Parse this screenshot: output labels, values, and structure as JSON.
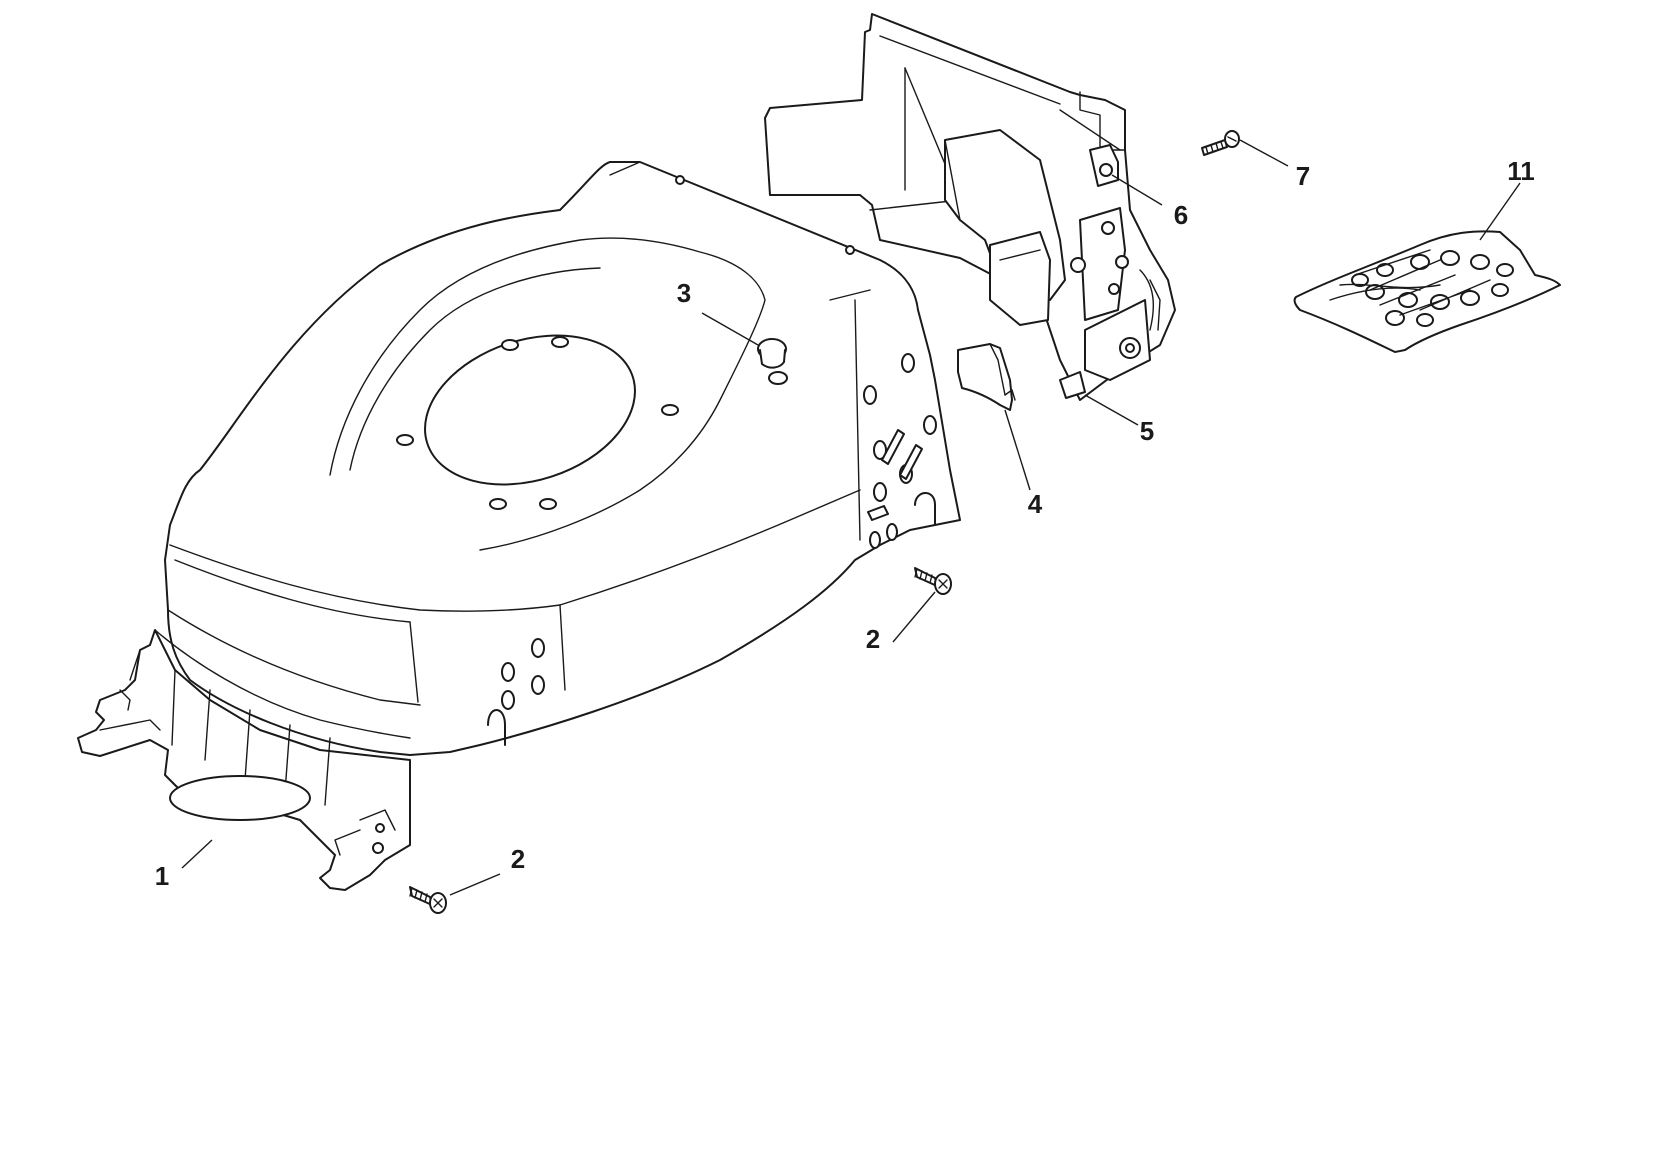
{
  "callouts": {
    "part_1": "1",
    "part_2_front": "2",
    "part_2_rear": "2",
    "part_3": "3",
    "part_4": "4",
    "part_5": "5",
    "part_6": "6",
    "part_7": "7",
    "part_11": "11"
  },
  "colors": {
    "line": "#1a1a1a",
    "background": "#ffffff"
  }
}
